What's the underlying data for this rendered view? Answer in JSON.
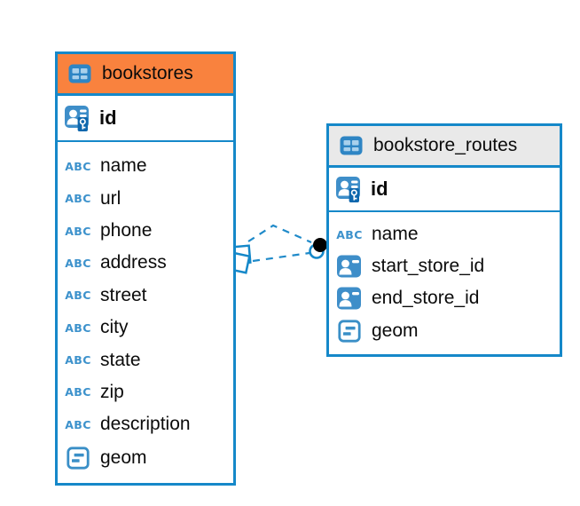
{
  "colors": {
    "accent_blue": "#1588c9",
    "bookstores_header": "#f9823e",
    "routes_header": "#e9e9e9",
    "relation_line": "#1f8ac9"
  },
  "tables": {
    "bookstores": {
      "title": "bookstores",
      "primary_key": {
        "name": "id",
        "icon": "primary-key-icon"
      },
      "fields": [
        {
          "name": "name",
          "type": "text"
        },
        {
          "name": "url",
          "type": "text"
        },
        {
          "name": "phone",
          "type": "text"
        },
        {
          "name": "address",
          "type": "text"
        },
        {
          "name": "street",
          "type": "text"
        },
        {
          "name": "city",
          "type": "text"
        },
        {
          "name": "state",
          "type": "text"
        },
        {
          "name": "zip",
          "type": "text"
        },
        {
          "name": "description",
          "type": "text"
        },
        {
          "name": "geom",
          "type": "geometry"
        }
      ]
    },
    "bookstore_routes": {
      "title": "bookstore_routes",
      "primary_key": {
        "name": "id",
        "icon": "primary-key-icon"
      },
      "fields": [
        {
          "name": "name",
          "type": "text"
        },
        {
          "name": "start_store_id",
          "type": "reference"
        },
        {
          "name": "end_store_id",
          "type": "reference"
        },
        {
          "name": "geom",
          "type": "geometry"
        }
      ]
    }
  },
  "relationship": {
    "between": [
      "bookstores",
      "bookstore_routes"
    ],
    "line_style": "dashed",
    "line_count": 2
  },
  "icon_text_label": "ABC"
}
